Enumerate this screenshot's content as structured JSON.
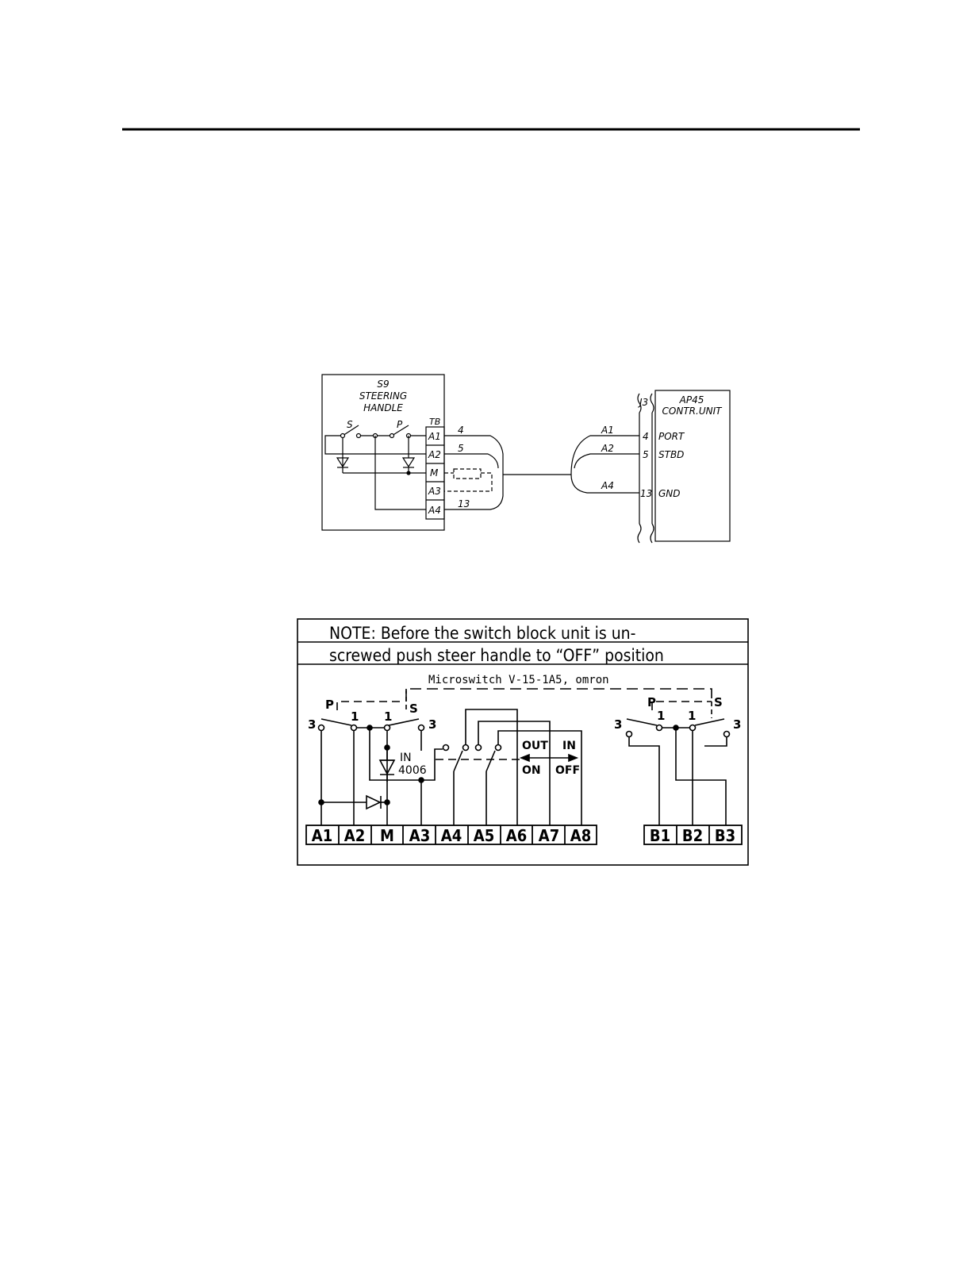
{
  "wiring": {
    "s9": {
      "id": "S9",
      "line1": "STEERING",
      "line2": "HANDLE"
    },
    "switch_s": "S",
    "switch_p": "P",
    "tb_label": "TB",
    "tb_terms": [
      "A1",
      "A2",
      "M",
      "A3",
      "A4"
    ],
    "wire_nums_left": [
      "4",
      "5",
      "13"
    ],
    "wire_labels_right": [
      "A1",
      "A2",
      "A4"
    ],
    "j3": "J3",
    "ap45": {
      "line1": "AP45",
      "line2": "CONTR.UNIT"
    },
    "pins": [
      {
        "num": "4",
        "name": "PORT"
      },
      {
        "num": "5",
        "name": "STBD"
      },
      {
        "num": "13",
        "name": "GND"
      }
    ]
  },
  "note_box": {
    "line1": "NOTE:  Before  the  switch  block  unit  is  un-",
    "line2": "screwed  push  steer  handle  to  “OFF”  position",
    "microswitch": "Microswitch  V-15-1A5,  omron",
    "left_labels": {
      "p": "P",
      "s": "S",
      "n3a": "3",
      "n1a": "1",
      "n1b": "1",
      "n3b": "3"
    },
    "right_labels": {
      "p": "P",
      "s": "S",
      "n3a": "3",
      "n1a": "1",
      "n1b": "1",
      "n3b": "3"
    },
    "diode_label": [
      "IN",
      "4006"
    ],
    "out": "OUT",
    "in": "IN",
    "on": "ON",
    "off": "OFF",
    "terminals_left": [
      "A1",
      "A2",
      "M",
      "A3",
      "A4",
      "A5",
      "A6",
      "A7",
      "A8"
    ],
    "terminals_right": [
      "B1",
      "B2",
      "B3"
    ]
  }
}
